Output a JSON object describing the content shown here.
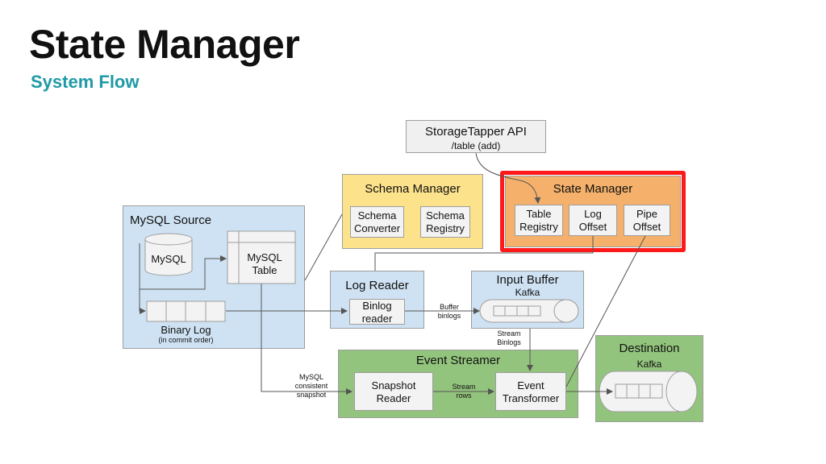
{
  "title": "State Manager",
  "subtitle": "System Flow",
  "api": {
    "title": "StorageTapper API",
    "sub": "/table (add)"
  },
  "schema_manager": {
    "title": "Schema Manager",
    "converter": "Schema Converter",
    "registry": "Schema Registry"
  },
  "state_manager": {
    "title": "State Manager",
    "table_registry": "Table Registry",
    "log_offset": "Log Offset",
    "pipe_offset": "Pipe Offset"
  },
  "mysql_source": {
    "title": "MySQL Source",
    "mysql": "MySQL",
    "table": "MySQL Table",
    "binlog": "Binary Log",
    "binlog_sub": "(in commit order)"
  },
  "log_reader": {
    "title": "Log Reader",
    "binlog_reader": "Binlog reader"
  },
  "input_buffer": {
    "title": "Input Buffer",
    "sub": "Kafka"
  },
  "event_streamer": {
    "title": "Event Streamer",
    "snapshot": "Snapshot Reader",
    "transformer": "Event Transformer"
  },
  "destination": {
    "title": "Destination",
    "sub": "Kafka"
  },
  "edge_labels": {
    "buffer_binlogs": "Buffer binlogs",
    "stream_binlogs": "Stream Binlogs",
    "mysql_snapshot": "MySQL consistent snapshot",
    "stream_rows": "Stream rows"
  },
  "colors": {
    "subtitle": "#1f9aa6",
    "schema_fill": "#fce28b",
    "state_fill": "#f5b16b",
    "highlight": "#ff1a1a",
    "blue_fill": "#cfe2f3",
    "green_fill": "#93c47d",
    "gray_fill": "#efefef"
  }
}
